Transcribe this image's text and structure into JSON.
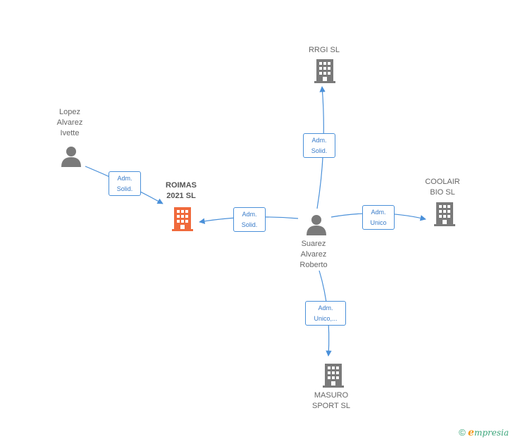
{
  "colors": {
    "edge": "#4a90d9",
    "building_default": "#7a7a7a",
    "building_highlight": "#f06a3c",
    "person": "#7a7a7a"
  },
  "nodes": {
    "rrgi": {
      "label": "RRGI  SL",
      "icon": "building-icon"
    },
    "lopez": {
      "label": "Lopez\nAlvarez\nIvette",
      "icon": "person-icon"
    },
    "roimas": {
      "label": "ROIMAS\n2021  SL",
      "icon": "building-icon"
    },
    "coolair": {
      "label": "COOLAIR\nBIO SL",
      "icon": "building-icon"
    },
    "suarez": {
      "label": "Suarez\nAlvarez\nRoberto",
      "icon": "person-icon"
    },
    "masuro": {
      "label": "MASURO\nSPORT  SL",
      "icon": "building-icon"
    }
  },
  "edges": {
    "lopez_roimas": "Adm.\nSolid.",
    "suarez_roimas": "Adm.\nSolid.",
    "suarez_rrgi": "Adm.\nSolid.",
    "suarez_coolair": "Adm.\nUnico",
    "suarez_masuro": "Adm.\nUnico,..."
  },
  "footer": {
    "copyright_symbol": "©",
    "brand_initial": "e",
    "brand_rest": "mpresia"
  }
}
